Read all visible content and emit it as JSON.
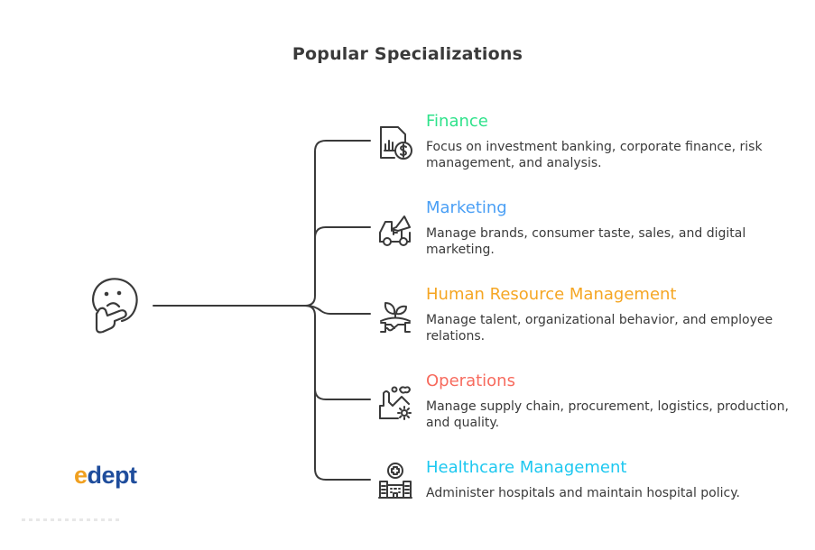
{
  "title": "Popular Specializations",
  "center_icon": "thinking-face-icon",
  "logo": {
    "prefix": "e",
    "text": "dept",
    "full": "edept",
    "colors": {
      "prefix": "#f0a020",
      "text": "#1f4d9c"
    }
  },
  "line_color": "#3a3a3a",
  "items": [
    {
      "heading": "Finance",
      "color": "#2fe28b",
      "icon": "finance-document-dollar-icon",
      "description": "Focus on investment banking, corporate finance, risk management, and analysis."
    },
    {
      "heading": "Marketing",
      "color": "#4a9ff5",
      "icon": "megaphone-truck-icon",
      "description": "Manage brands, consumer taste, sales, and digital marketing."
    },
    {
      "heading": "Human Resource Management",
      "color": "#f5a623",
      "icon": "handshake-plant-icon",
      "description": "Manage talent, organizational behavior, and employee relations."
    },
    {
      "heading": "Operations",
      "color": "#f76b5e",
      "icon": "factory-gear-icon",
      "description": "Manage supply chain, procurement, logistics, production, and quality."
    },
    {
      "heading": "Healthcare Management",
      "color": "#1ec8f0",
      "icon": "hospital-icon",
      "description": "Administer hospitals and maintain hospital policy."
    }
  ]
}
